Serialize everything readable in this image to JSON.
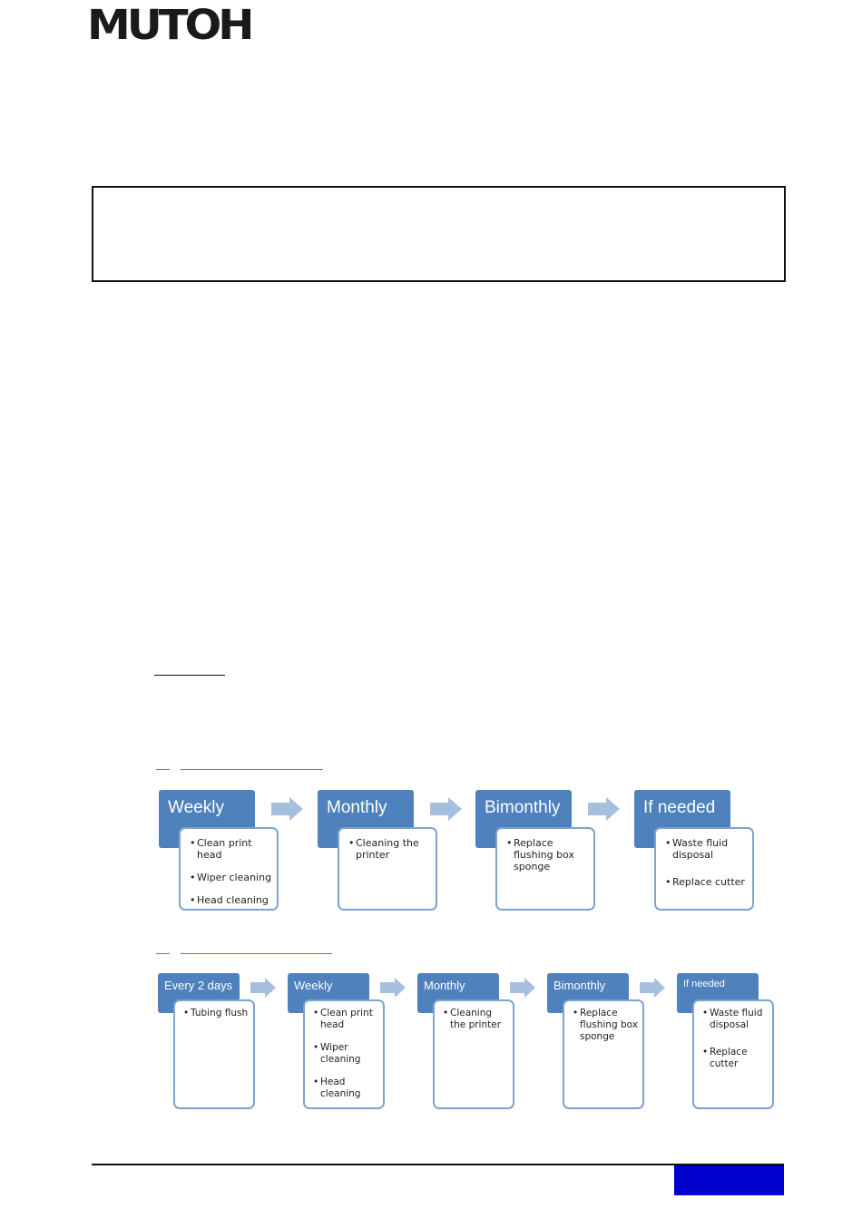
{
  "header": {
    "logo_text": "MUTOH"
  },
  "flow_a": [
    {
      "title": "Weekly",
      "items": [
        "Clean print head",
        "Wiper cleaning",
        "Head cleaning"
      ]
    },
    {
      "title": "Monthly",
      "items": [
        "Cleaning the printer"
      ]
    },
    {
      "title": "Bimonthly",
      "items": [
        "Replace flushing box sponge"
      ]
    },
    {
      "title": "If needed",
      "items": [
        "Waste fluid disposal",
        "Replace cutter"
      ]
    }
  ],
  "flow_b": [
    {
      "title": "Every 2 days",
      "items": [
        "Tubing flush"
      ]
    },
    {
      "title": "Weekly",
      "items": [
        "Clean print head",
        "Wiper cleaning",
        "Head cleaning"
      ]
    },
    {
      "title": "Monthly",
      "items": [
        "Cleaning the printer"
      ]
    },
    {
      "title": "Bimonthly",
      "items": [
        "Replace flushing box sponge"
      ]
    },
    {
      "title": "If needed",
      "items": [
        "Waste fluid disposal",
        "Replace cutter"
      ]
    }
  ],
  "colors": {
    "head_fill": "#4f81bd",
    "card_border": "#7ea3cc",
    "arrow": "#a7bfde",
    "footer_badge": "#0000cc"
  }
}
